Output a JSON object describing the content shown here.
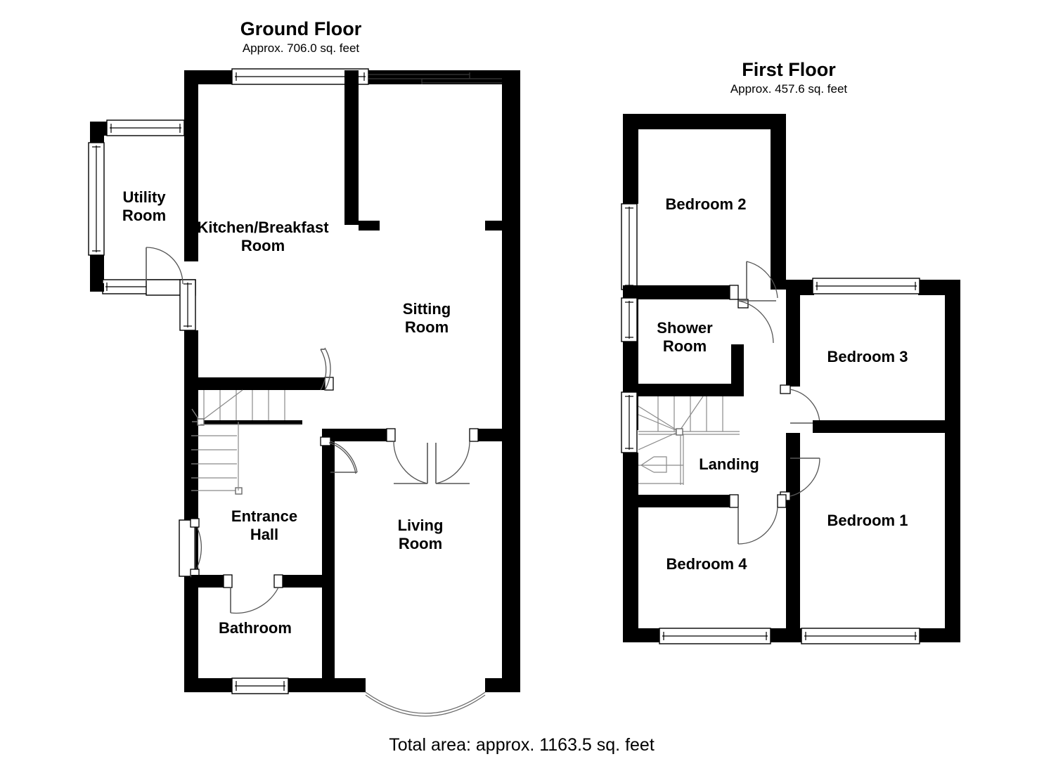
{
  "document": {
    "type": "floor-plan",
    "total_area_label": "Total area: approx. 1163.5 sq. feet",
    "background_color": "#ffffff",
    "wall_color": "#000000",
    "text_color": "#000000"
  },
  "floors": [
    {
      "id": "ground",
      "title": "Ground Floor",
      "area_label": "Approx. 706.0 sq. feet",
      "rooms": [
        {
          "id": "utility",
          "label": "Utility Room"
        },
        {
          "id": "kitchen",
          "label": "Kitchen/Breakfast Room"
        },
        {
          "id": "sitting",
          "label": "Sitting Room"
        },
        {
          "id": "entrance",
          "label": "Entrance Hall"
        },
        {
          "id": "living",
          "label": "Living Room"
        },
        {
          "id": "bathroom",
          "label": "Bathroom"
        }
      ]
    },
    {
      "id": "first",
      "title": "First Floor",
      "area_label": "Approx. 457.6 sq. feet",
      "rooms": [
        {
          "id": "bed2",
          "label": "Bedroom 2"
        },
        {
          "id": "shower",
          "label": "Shower Room"
        },
        {
          "id": "bed3",
          "label": "Bedroom 3"
        },
        {
          "id": "landing",
          "label": "Landing"
        },
        {
          "id": "bed1",
          "label": "Bedroom 1"
        },
        {
          "id": "bed4",
          "label": "Bedroom 4"
        }
      ]
    }
  ],
  "labels": {
    "ground_title": "Ground Floor",
    "ground_area": "Approx. 706.0 sq. feet",
    "first_title": "First Floor",
    "first_area": "Approx. 457.6 sq. feet",
    "total_area": "Total area: approx. 1163.5 sq. feet",
    "utility_line1": "Utility",
    "utility_line2": "Room",
    "kitchen_line1": "Kitchen/Breakfast",
    "kitchen_line2": "Room",
    "sitting_line1": "Sitting",
    "sitting_line2": "Room",
    "entrance_line1": "Entrance",
    "entrance_line2": "Hall",
    "living_line1": "Living",
    "living_line2": "Room",
    "bathroom": "Bathroom",
    "bedroom2": "Bedroom 2",
    "shower_line1": "Shower",
    "shower_line2": "Room",
    "bedroom3": "Bedroom 3",
    "landing": "Landing",
    "bedroom1": "Bedroom 1",
    "bedroom4": "Bedroom 4"
  }
}
